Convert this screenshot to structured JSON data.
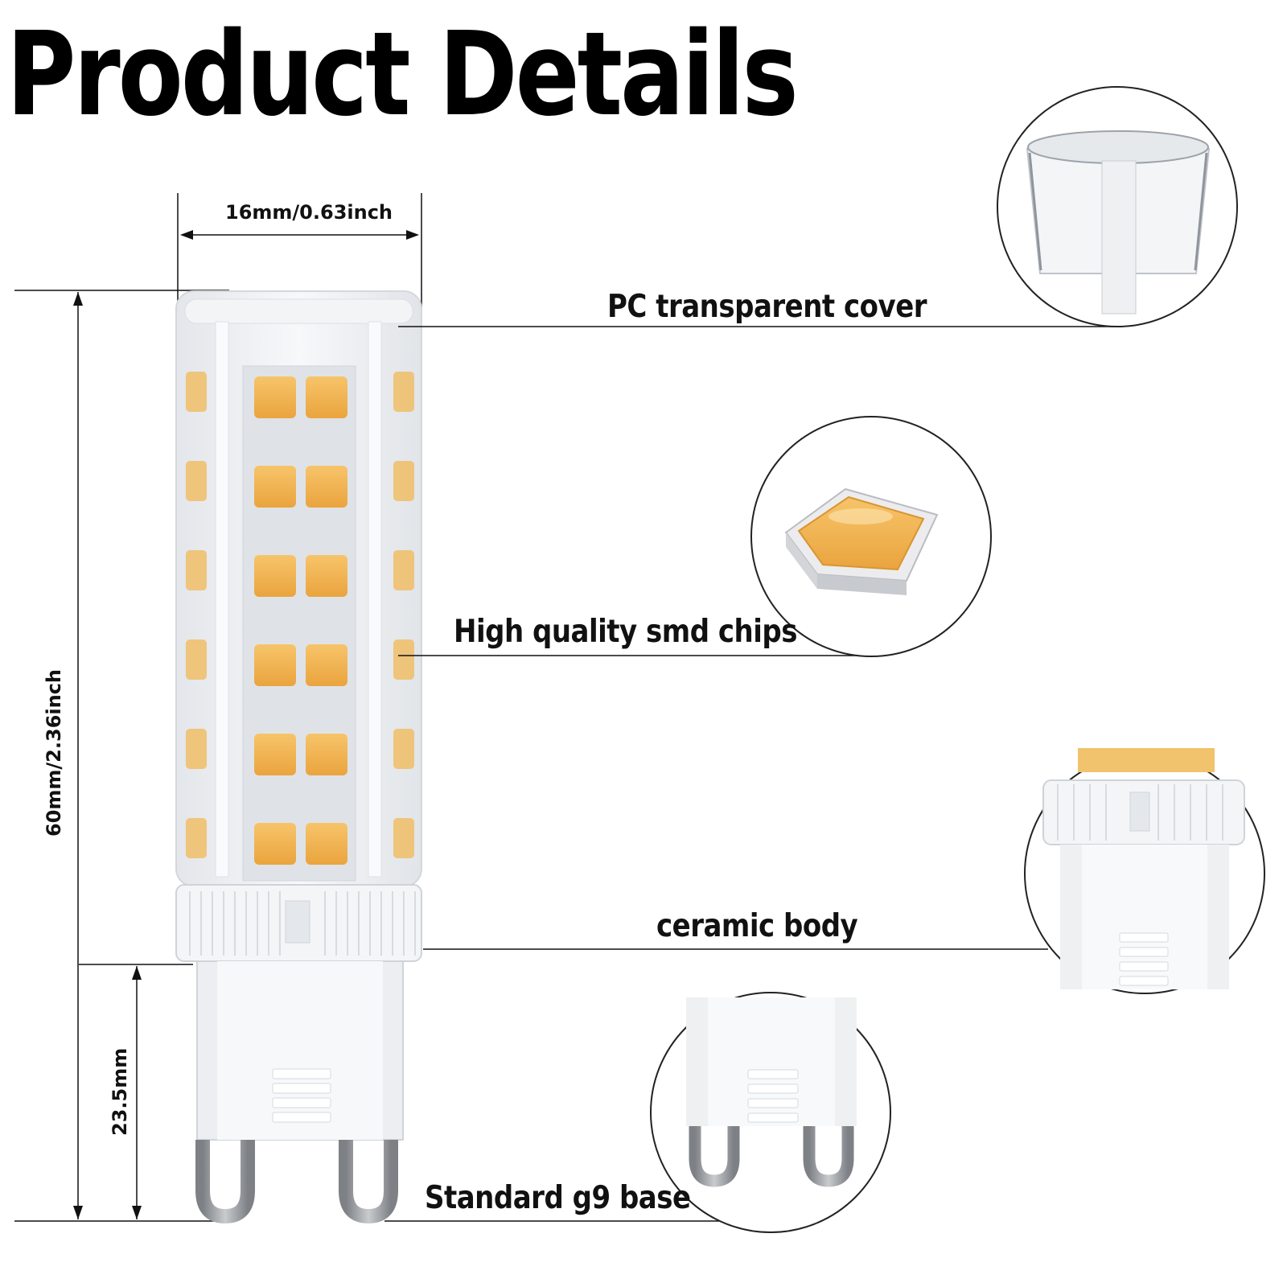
{
  "title": "Product Details",
  "dimensions": {
    "width": "16mm/0.63inch",
    "height": "60mm/2.36inch",
    "base_height": "23.5mm"
  },
  "callouts": {
    "cover": "PC transparent cover",
    "chips": "High quality smd chips",
    "body": "ceramic body",
    "base": "Standard g9 base"
  },
  "colors": {
    "led": "#f2b856",
    "led_dark": "#e5a23d",
    "bulb_body": "#eef0f3",
    "pins": "#9a9da1"
  }
}
